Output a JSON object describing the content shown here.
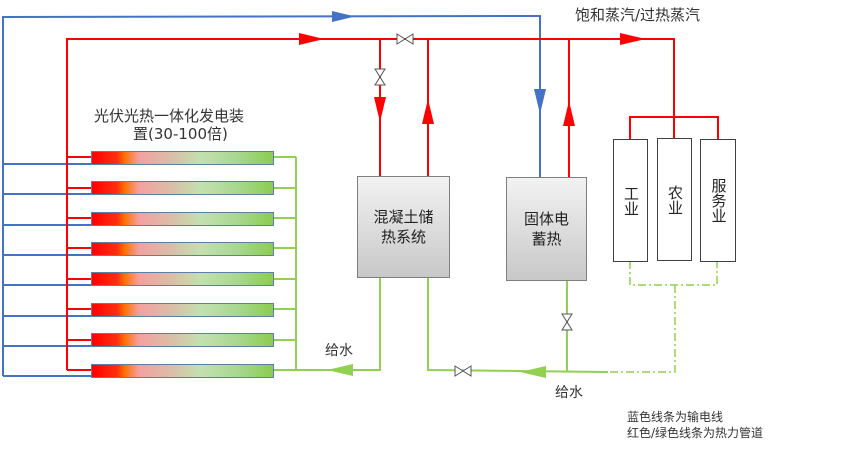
{
  "labels": {
    "steam": "饱和蒸汽/过热蒸汽",
    "pv_device_line1": "光伏光热一体化发电装",
    "pv_device_line2": "置(30-100倍)",
    "feedwater_left": "给水",
    "feedwater_bottom": "给水"
  },
  "components": {
    "concrete_storage": "混凝土储\n热系统",
    "solid_storage": "固体电\n蓄热",
    "industry": "工业",
    "agriculture": "农业",
    "services": "服务业"
  },
  "panels": {
    "count": 8
  },
  "legend": {
    "line1": "蓝色线条为输电线",
    "line2": "红色/绿色线条为热力管道"
  },
  "colors": {
    "power_line": "#4472c4",
    "heat_pipe_hot": "#ff0000",
    "heat_pipe_cold": "#92d050"
  }
}
